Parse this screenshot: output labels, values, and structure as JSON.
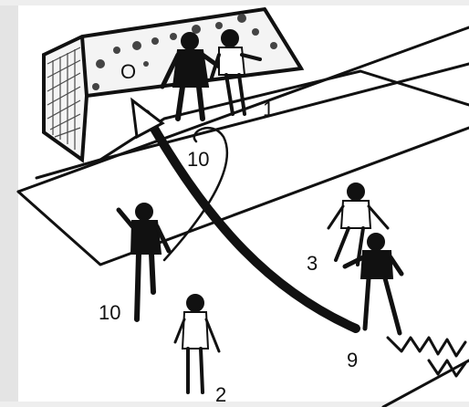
{
  "diagram": {
    "colors": {
      "ink": "#111111",
      "paper": "#ffffff",
      "frame": "#dcdcdc"
    },
    "labels": {
      "player_1": "1",
      "player_10_goal": "10",
      "player_3": "3",
      "player_10_left": "10",
      "player_9": "9",
      "player_2": "2",
      "ball_marker": "O"
    }
  }
}
